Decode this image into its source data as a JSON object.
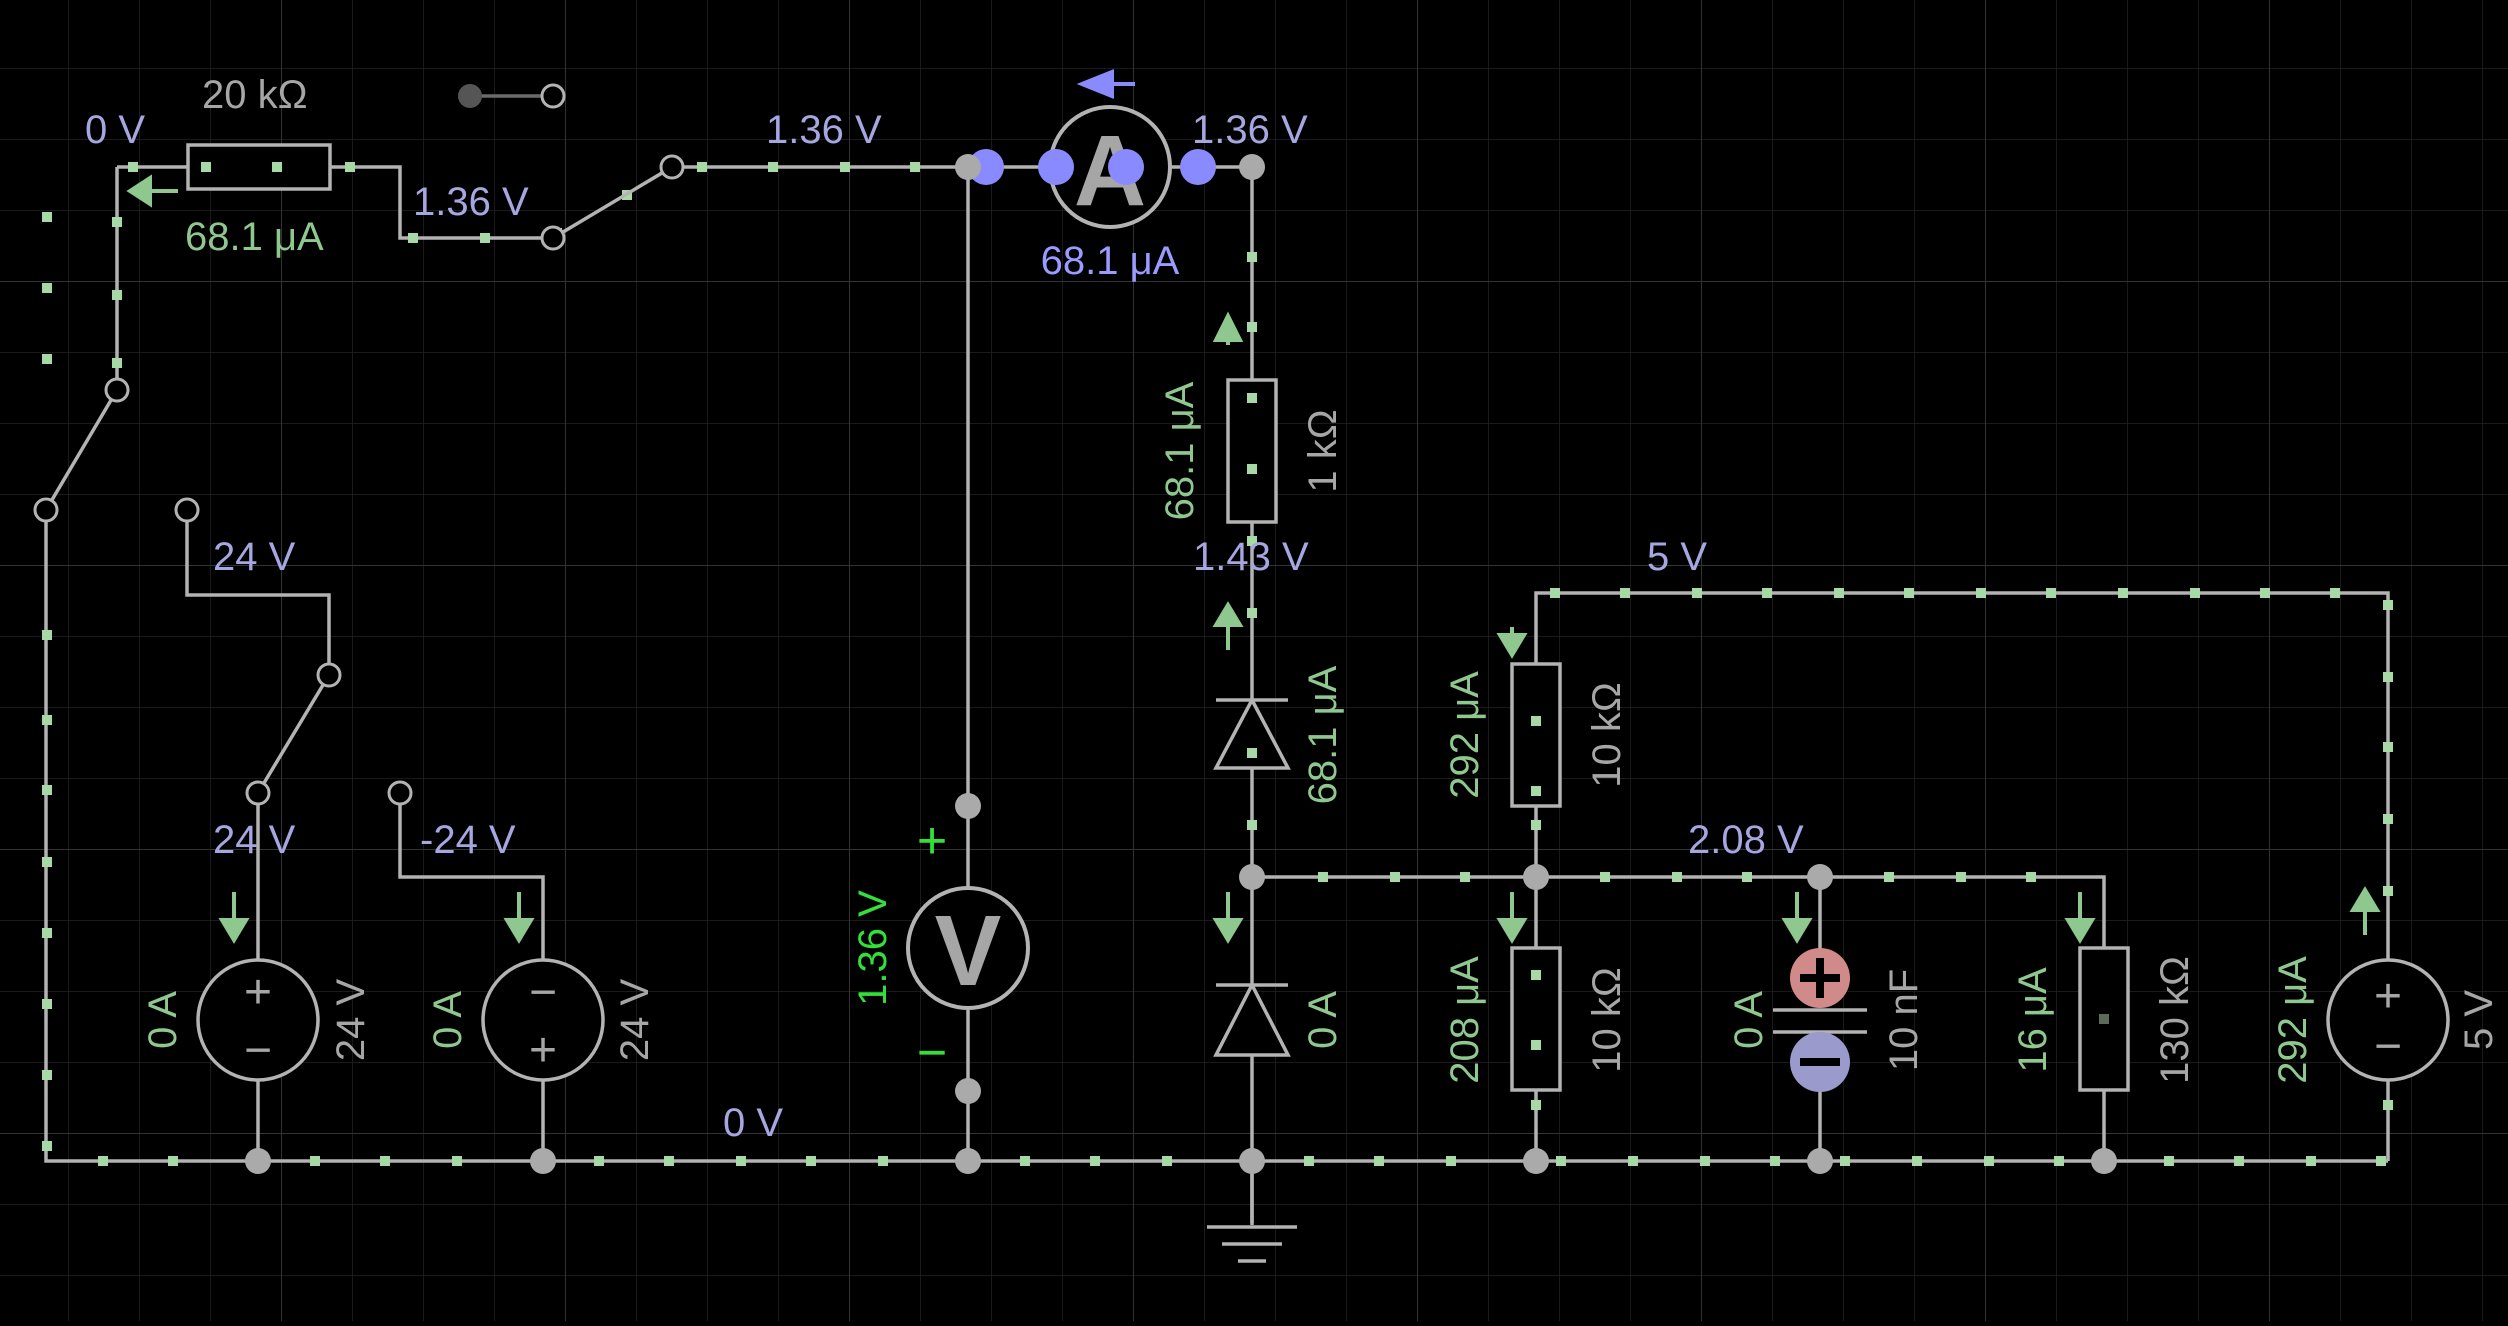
{
  "labels": {
    "v_left": "0 V",
    "res_top_value": "20 kΩ",
    "res_top_current": "68.1 μA",
    "v_top_mid": "1.36 V",
    "v_wire_top": "1.36 V",
    "v_right_top": "1.36 V",
    "ammeter_reading": "68.1 μA",
    "res_1k_current": "68.1 μA",
    "res_1k_value": "1 kΩ",
    "v_mid": "1.43 V",
    "v_5": "5 V",
    "diode_top_current": "68.1 μA",
    "res_10k_top_current": "292 μA",
    "res_10k_top_value": "10 kΩ",
    "v_node": "2.08 V",
    "v_24_top": "24 V",
    "v_24_mid": "24 V",
    "v_neg24": "-24 V",
    "src1_current": "0 A",
    "src1_value": "24 V",
    "src2_current": "0 A",
    "src2_value": "24 V",
    "voltmeter_reading": "1.36 V",
    "v_bottom": "0 V",
    "diode_bottom_current": "0 A",
    "res_10k_bot_current": "208 μA",
    "res_10k_bot_value": "10 kΩ",
    "cap_current": "0 A",
    "cap_value": "10 nF",
    "res_130k_current": "16 μA",
    "res_130k_value": "130 kΩ",
    "src5_current": "292 μA",
    "src5_value": "5 V",
    "ammeter_symbol": "A",
    "voltmeter_symbol": "V",
    "plus_sign": "+",
    "minus_sign": "−"
  },
  "colors": {
    "background": "#000000",
    "grid": "#2a2a2a",
    "wire": "#b3b3b3",
    "voltage_label": "#a6a6e0",
    "current_label": "#8fc88f",
    "meter_label": "#9b9bff",
    "voltmeter_label": "#33e03a",
    "cap_plus": "#d08a8a",
    "cap_minus": "#9a9acc"
  }
}
